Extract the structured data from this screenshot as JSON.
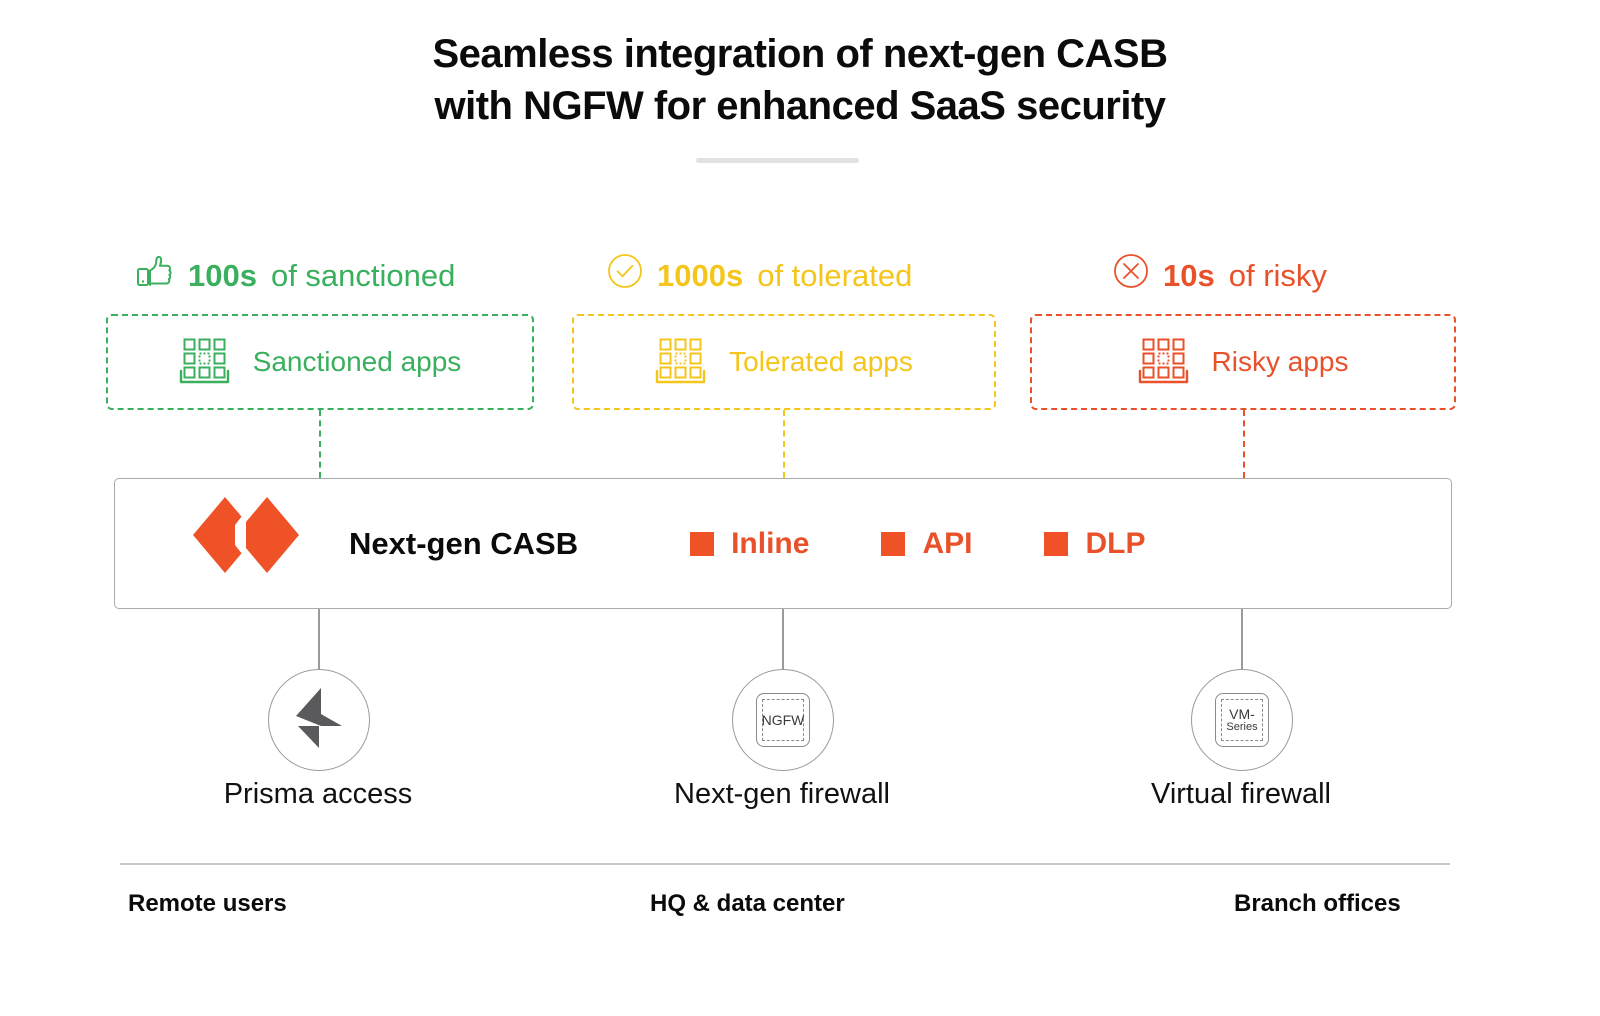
{
  "title": {
    "line1": "Seamless integration of next-gen CASB",
    "line2": "with NGFW for enhanced SaaS security"
  },
  "colors": {
    "green": "#3aaf5d",
    "yellow": "#f4c61c",
    "red": "#e9512a",
    "orange_brand": "#ef5227",
    "gray_line": "#9a9a9e",
    "text": "#111111"
  },
  "categories": [
    {
      "id": "sanctioned",
      "icon": "thumbs-up-icon",
      "count": "100s",
      "rest": "of sanctioned",
      "box_icon": "apps-grid-icon",
      "box_label": "Sanctioned apps",
      "color": "#3aaf5d"
    },
    {
      "id": "tolerated",
      "icon": "check-circle-icon",
      "count": "1000s",
      "rest": "of tolerated",
      "box_icon": "apps-grid-icon",
      "box_label": "Tolerated apps",
      "color": "#f4c61c"
    },
    {
      "id": "risky",
      "icon": "x-circle-icon",
      "count": "10s",
      "rest": "of risky",
      "box_icon": "apps-grid-icon",
      "box_label": "Risky apps",
      "color": "#e9512a"
    }
  ],
  "casb": {
    "logo_icon": "palo-alto-networks-logo",
    "title": "Next-gen CASB",
    "capabilities": [
      {
        "id": "inline",
        "label": "Inline"
      },
      {
        "id": "api",
        "label": "API"
      },
      {
        "id": "dlp",
        "label": "DLP"
      }
    ]
  },
  "nodes": [
    {
      "id": "prisma",
      "icon": "prisma-access-icon",
      "glyph_line1": "",
      "glyph_line2": "",
      "label": "Prisma access"
    },
    {
      "id": "ngfw",
      "icon": "ngfw-appliance-icon",
      "glyph_line1": "NGFW",
      "glyph_line2": "",
      "label": "Next-gen firewall"
    },
    {
      "id": "vm",
      "icon": "vm-series-icon",
      "glyph_line1": "VM-",
      "glyph_line2": "Series",
      "label": "Virtual firewall"
    }
  ],
  "footer": {
    "segments": [
      {
        "id": "remote",
        "label": "Remote users"
      },
      {
        "id": "hq",
        "label": "HQ & data center"
      },
      {
        "id": "branch",
        "label": "Branch offices"
      }
    ]
  }
}
